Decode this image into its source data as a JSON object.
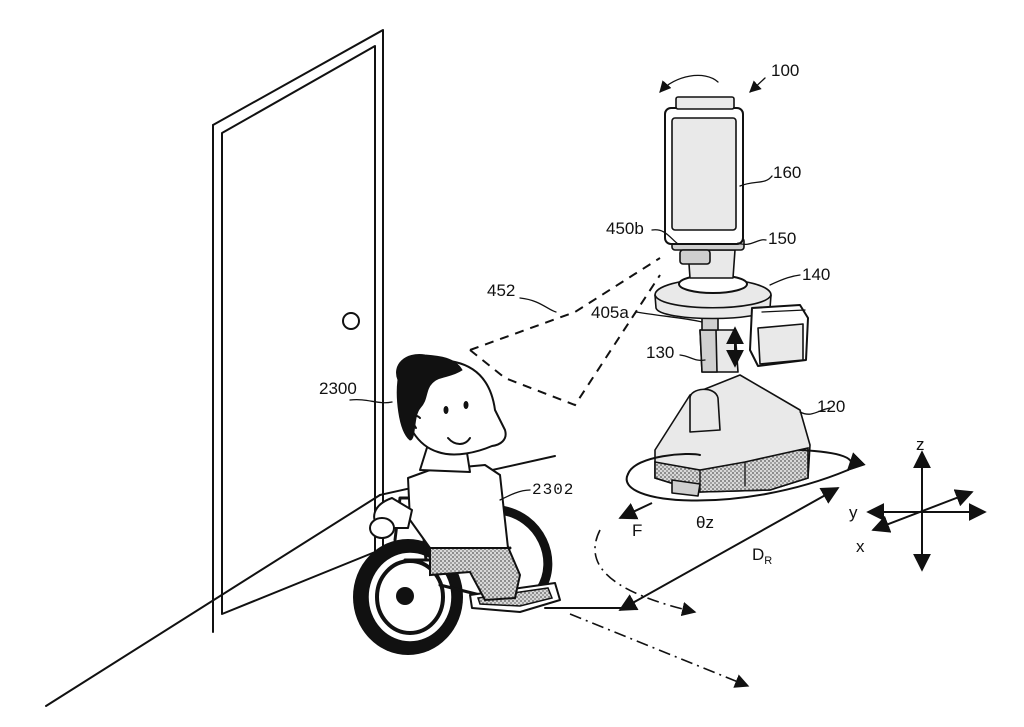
{
  "labels": {
    "robot": "100",
    "display": "160",
    "camera_mount": "450b",
    "neck": "150",
    "torso": "140",
    "dashed_field": "452",
    "sensor": "405a",
    "leg": "130",
    "base": "120",
    "person": "2300",
    "wheelchair": "2302",
    "force": "F",
    "rotation": "θz",
    "distance_main": "D",
    "distance_sub": "R",
    "axis_z": "z",
    "axis_y": "y",
    "axis_x": "x"
  }
}
